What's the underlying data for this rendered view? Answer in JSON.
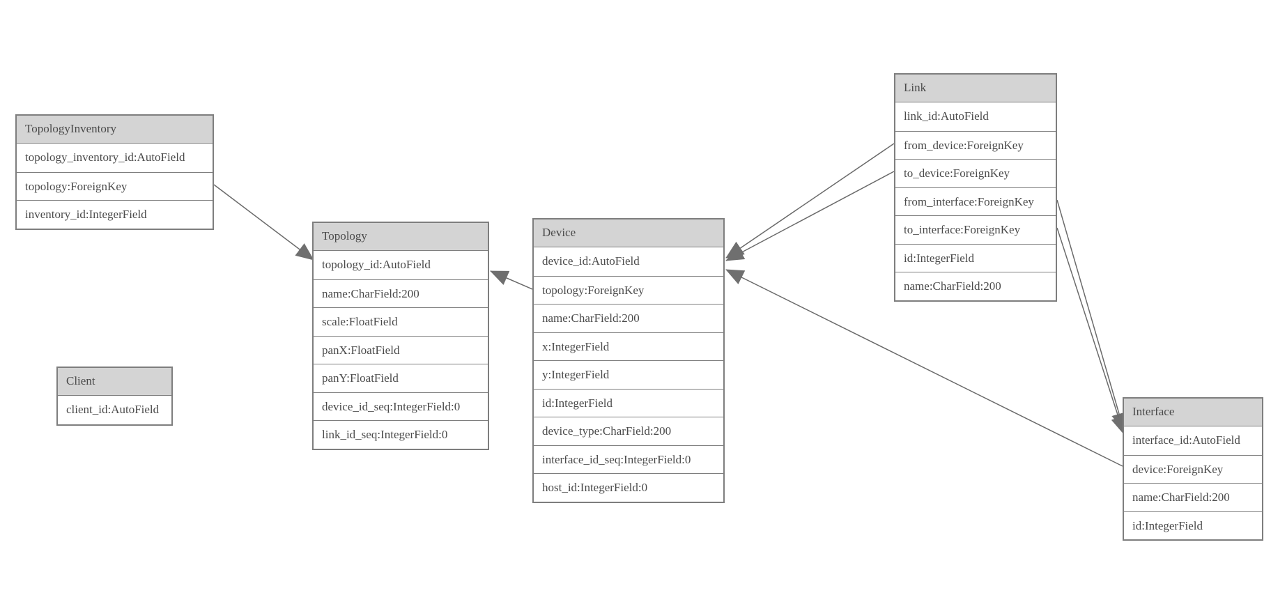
{
  "diagram": {
    "type": "entity-relationship-model-diagram",
    "colors": {
      "header_fill": "#d4d4d4",
      "border": "#7e7e7e",
      "text": "#4a4a4a",
      "edge_line": "#6a6a6a",
      "arrow_fill": "#6f6f6f",
      "background": "#ffffff"
    },
    "tables": [
      {
        "id": "topology_inventory",
        "name": "TopologyInventory",
        "fields": [
          "topology_inventory_id:AutoField",
          "topology:ForeignKey",
          "inventory_id:IntegerField"
        ]
      },
      {
        "id": "topology",
        "name": "Topology",
        "fields": [
          "topology_id:AutoField",
          "name:CharField:200",
          "scale:FloatField",
          "panX:FloatField",
          "panY:FloatField",
          "device_id_seq:IntegerField:0",
          "link_id_seq:IntegerField:0"
        ]
      },
      {
        "id": "client",
        "name": "Client",
        "fields": [
          "client_id:AutoField"
        ]
      },
      {
        "id": "device",
        "name": "Device",
        "fields": [
          "device_id:AutoField",
          "topology:ForeignKey",
          "name:CharField:200",
          "x:IntegerField",
          "y:IntegerField",
          "id:IntegerField",
          "device_type:CharField:200",
          "interface_id_seq:IntegerField:0",
          "host_id:IntegerField:0"
        ]
      },
      {
        "id": "link",
        "name": "Link",
        "fields": [
          "link_id:AutoField",
          "from_device:ForeignKey",
          "to_device:ForeignKey",
          "from_interface:ForeignKey",
          "to_interface:ForeignKey",
          "id:IntegerField",
          "name:CharField:200"
        ]
      },
      {
        "id": "interface",
        "name": "Interface",
        "fields": [
          "interface_id:AutoField",
          "device:ForeignKey",
          "name:CharField:200",
          "id:IntegerField"
        ]
      }
    ],
    "relations": [
      {
        "id": "rel-topologyinventory-topology",
        "from": "TopologyInventory.topology",
        "to": "Topology"
      },
      {
        "id": "rel-device-topology",
        "from": "Device.topology",
        "to": "Topology"
      },
      {
        "id": "rel-link-from_device-device",
        "from": "Link.from_device",
        "to": "Device"
      },
      {
        "id": "rel-link-to_device-device",
        "from": "Link.to_device",
        "to": "Device"
      },
      {
        "id": "rel-interface-device",
        "from": "Interface.device",
        "to": "Device"
      },
      {
        "id": "rel-link-from_interface-interface",
        "from": "Link.from_interface",
        "to": "Interface"
      },
      {
        "id": "rel-link-to_interface-interface",
        "from": "Link.to_interface",
        "to": "Interface"
      }
    ]
  }
}
